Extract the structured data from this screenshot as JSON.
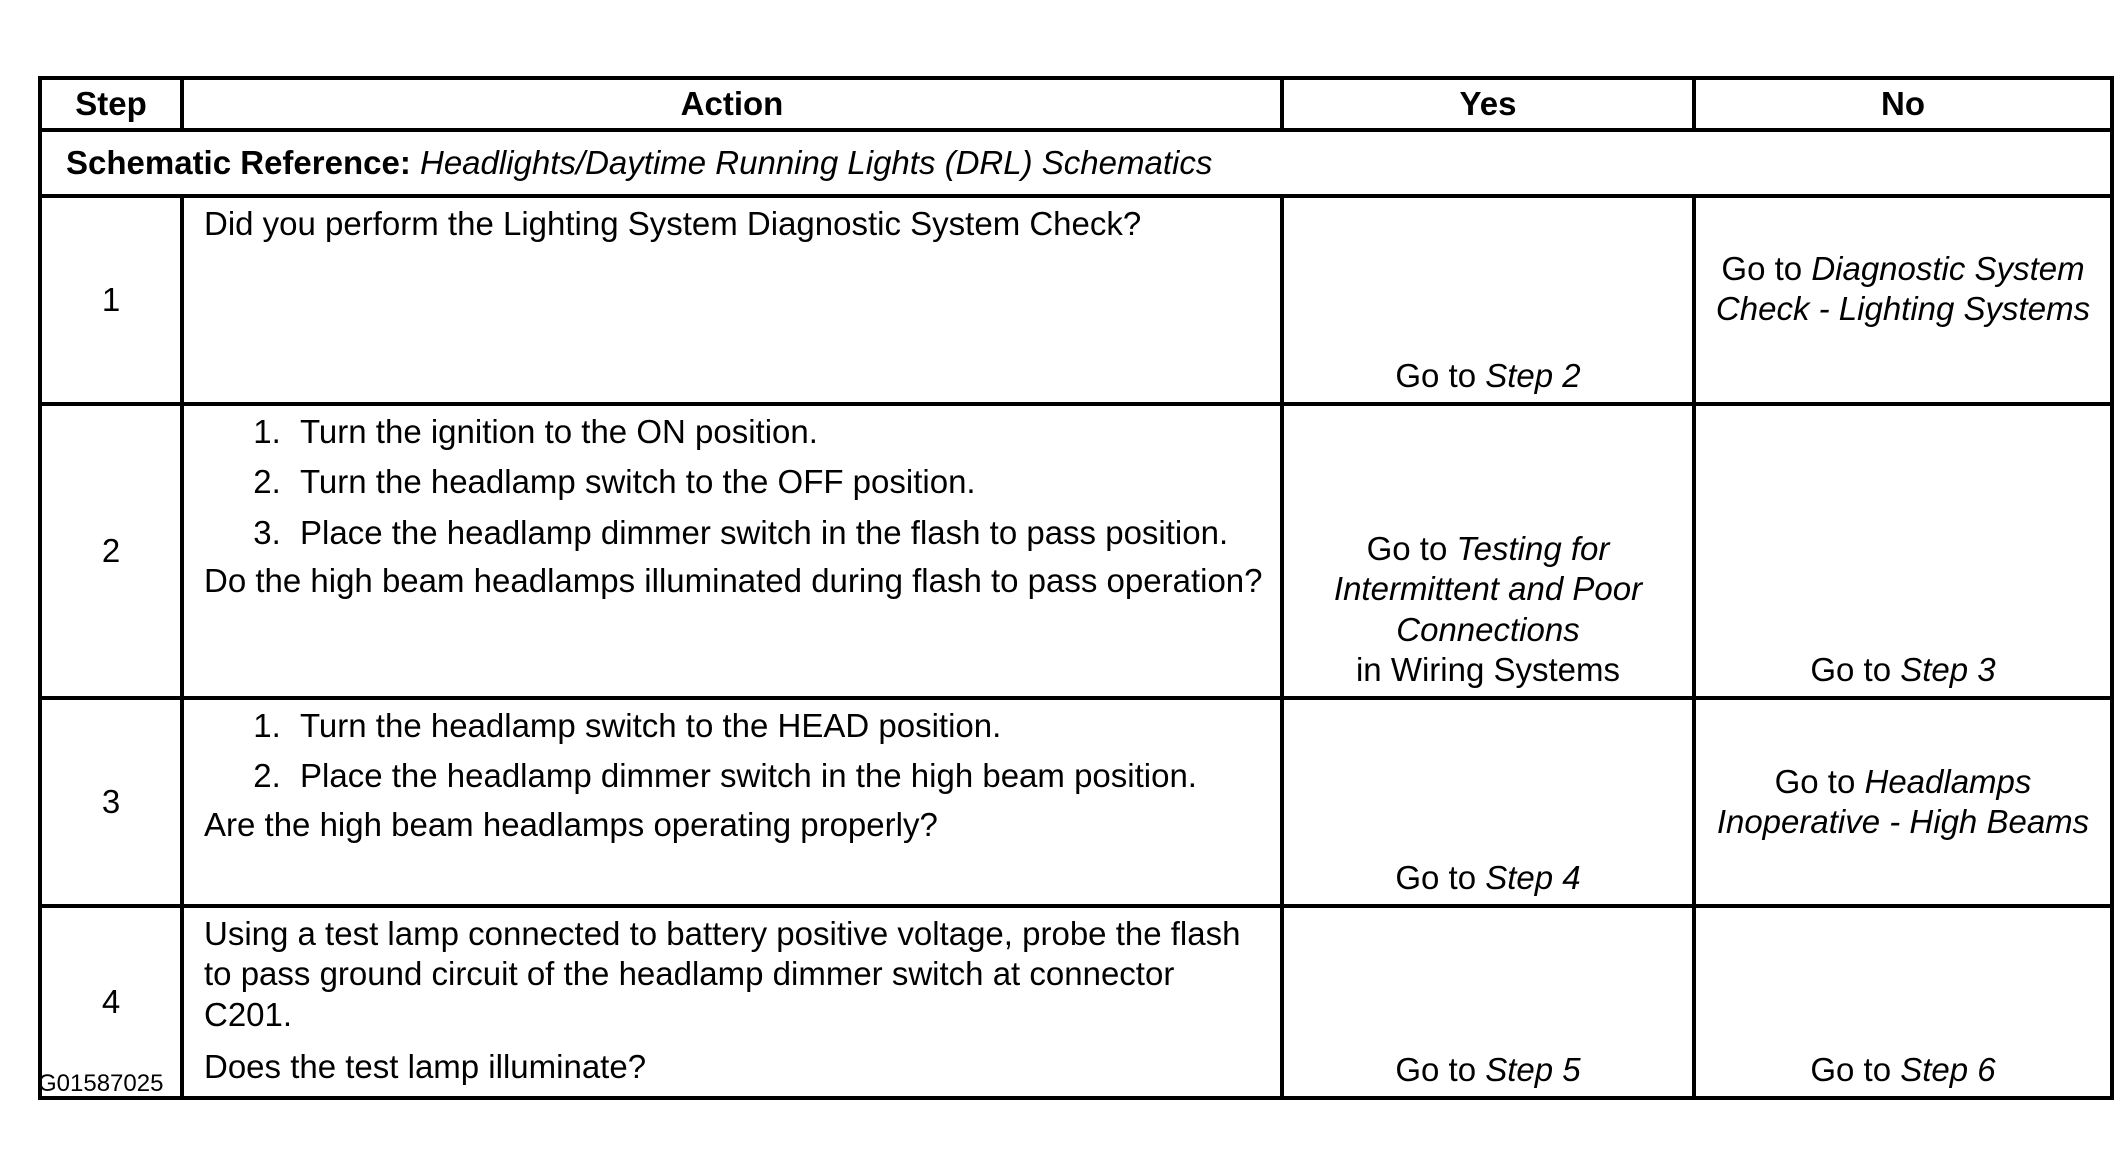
{
  "table": {
    "headers": {
      "step": "Step",
      "action": "Action",
      "yes": "Yes",
      "no": "No"
    },
    "reference": {
      "label": "Schematic Reference:",
      "title": "Headlights/Daytime Running Lights (DRL) Schematics"
    },
    "rows": [
      {
        "step": "1",
        "question": "Did you perform the Lighting System Diagnostic System Check?",
        "yes_prefix": "Go to",
        "yes_target": "Step 2",
        "no_prefix": "Go to",
        "no_target": "Diagnostic System Check - Lighting Systems"
      },
      {
        "step": "2",
        "instructions": [
          "Turn the ignition to the ON position.",
          "Turn the headlamp switch to the OFF position.",
          "Place the headlamp dimmer switch in the flash to pass position."
        ],
        "question": "Do the high beam headlamps illuminated during flash to pass operation?",
        "yes_prefix": "Go to",
        "yes_target": "Testing for Intermittent and Poor Connections",
        "yes_suffix": "in Wiring Systems",
        "no_prefix": "Go to",
        "no_target": "Step 3"
      },
      {
        "step": "3",
        "instructions": [
          "Turn the headlamp switch to the HEAD position.",
          "Place the headlamp dimmer switch in the high beam position."
        ],
        "question": "Are the high beam headlamps operating properly?",
        "yes_prefix": "Go to",
        "yes_target": "Step 4",
        "no_prefix": "Go to",
        "no_target": "Headlamps Inoperative - High Beams"
      },
      {
        "step": "4",
        "instruction": "Using a test lamp connected to battery positive voltage, probe the flash to pass ground circuit of the headlamp dimmer switch at connector C201.",
        "question": "Does the test lamp illuminate?",
        "yes_prefix": "Go to",
        "yes_target": "Step 5",
        "no_prefix": "Go to",
        "no_target": "Step 6"
      }
    ]
  },
  "footer": {
    "figure_id": "G01587025"
  }
}
